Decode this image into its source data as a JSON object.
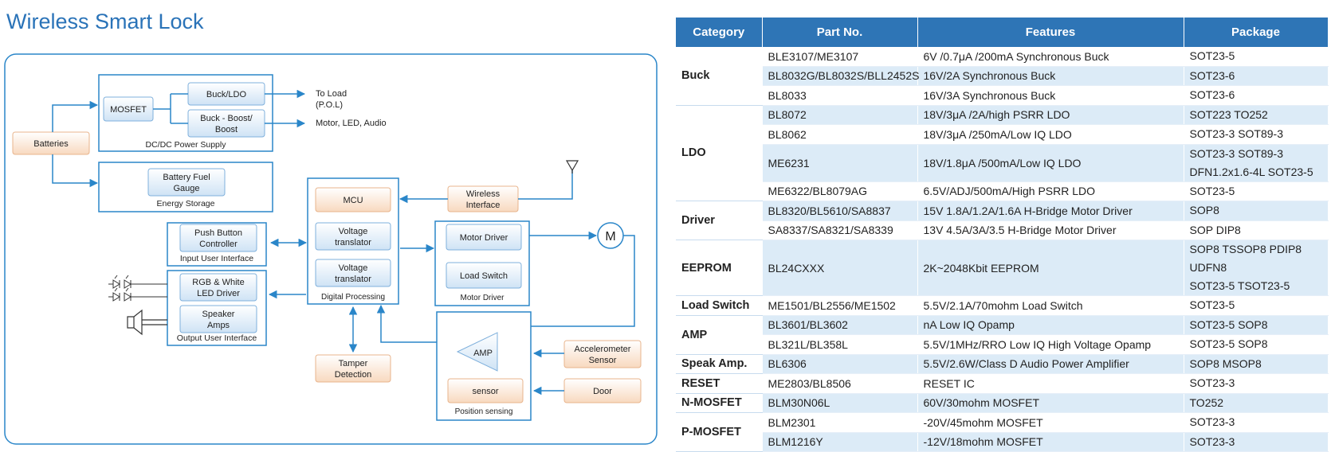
{
  "title": "Wireless Smart Lock",
  "diagram": {
    "batteries": "Batteries",
    "mosfet": "MOSFET",
    "buck_ldo": "Buck/LDO",
    "buck_boost_1": "Buck - Boost/",
    "buck_boost_2": "Boost",
    "dcdc_label": "DC/DC Power Supply",
    "to_load_1": "To Load",
    "to_load_2": "(P.O.L)",
    "motor_led_audio": "Motor, LED, Audio",
    "fuel_gauge_1": "Battery Fuel",
    "fuel_gauge_2": "Gauge",
    "energy_storage": "Energy Storage",
    "mcu": "MCU",
    "voltage_translator_1": "Voltage",
    "voltage_translator_2": "translator",
    "digital_processing": "Digital Processing",
    "wireless_1": "Wireless",
    "wireless_2": "Interface",
    "push_button_1": "Push Button",
    "push_button_2": "Controller",
    "input_ui": "Input User Interface",
    "rgb_1": "RGB & White",
    "rgb_2": "LED Driver",
    "speaker_1": "Speaker",
    "speaker_2": "Amps",
    "output_ui": "Output User Interface",
    "motor_driver": "Motor Driver",
    "load_switch": "Load Switch",
    "motor_driver_label": "Motor Driver",
    "motor_symbol": "M",
    "amp": "AMP",
    "sensor": "sensor",
    "position_sensing": "Position sensing",
    "accel_1": "Accelerometer",
    "accel_2": "Sensor",
    "door": "Door",
    "tamper_1": "Tamper",
    "tamper_2": "Detection"
  },
  "table": {
    "headers": [
      "Category",
      "Part No.",
      "Features",
      "Package"
    ],
    "groups": [
      {
        "category": "Buck",
        "rows": [
          {
            "part": "BLE3107/ME3107",
            "features": "6V /0.7μA /200mA Synchronous Buck",
            "package": [
              "SOT23-5"
            ]
          },
          {
            "part": "BL8032G/BL8032S/BLL2452S",
            "features": "16V/2A Synchronous Buck",
            "package": [
              "SOT23-6"
            ]
          },
          {
            "part": "BL8033",
            "features": "16V/3A Synchronous Buck",
            "package": [
              "SOT23-6"
            ]
          }
        ]
      },
      {
        "category": "LDO",
        "rows": [
          {
            "part": "BL8072",
            "features": "18V/3μA /2A/high PSRR LDO",
            "package": [
              "SOT223 TO252"
            ]
          },
          {
            "part": "BL8062",
            "features": "18V/3μA /250mA/Low IQ LDO",
            "package": [
              "SOT23-3 SOT89-3"
            ]
          },
          {
            "part": "ME6231",
            "features": "18V/1.8μA /500mA/Low IQ LDO",
            "package": [
              "SOT23-3 SOT89-3",
              "DFN1.2x1.6-4L SOT23-5"
            ]
          },
          {
            "part": "ME6322/BL8079AG",
            "features": "6.5V/ADJ/500mA/High PSRR LDO",
            "package": [
              "SOT23-5"
            ]
          }
        ]
      },
      {
        "category": "Driver",
        "rows": [
          {
            "part": "BL8320/BL5610/SA8837",
            "features": "15V 1.8A/1.2A/1.6A H-Bridge Motor Driver",
            "package": [
              "SOP8"
            ]
          },
          {
            "part": "SA8337/SA8321/SA8339",
            "features": "13V 4.5A/3A/3.5 H-Bridge Motor Driver",
            "package": [
              "SOP DIP8"
            ]
          }
        ]
      },
      {
        "category": "EEPROM",
        "rows": [
          {
            "part": "BL24CXXX",
            "features": "2K~2048Kbit EEPROM",
            "package": [
              "SOP8 TSSOP8 PDIP8 UDFN8",
              "SOT23-5 TSOT23-5"
            ]
          }
        ]
      },
      {
        "category": "Load Switch",
        "rows": [
          {
            "part": "ME1501/BL2556/ME1502",
            "features": "5.5V/2.1A/70mohm  Load Switch",
            "package": [
              "SOT23-5"
            ]
          }
        ]
      },
      {
        "category": "AMP",
        "rows": [
          {
            "part": "BL3601/BL3602",
            "features": "nA Low IQ Opamp",
            "package": [
              "SOT23-5 SOP8"
            ]
          },
          {
            "part": "BL321L/BL358L",
            "features": "5.5V/1MHz/RRO Low IQ High Voltage Opamp",
            "package": [
              "SOT23-5 SOP8"
            ]
          }
        ]
      },
      {
        "category": "Speak Amp.",
        "rows": [
          {
            "part": "BL6306",
            "features": "5.5V/2.6W/Class D Audio Power Amplifier",
            "package": [
              "SOP8 MSOP8"
            ]
          }
        ]
      },
      {
        "category": "RESET",
        "rows": [
          {
            "part": "ME2803/BL8506",
            "features": "RESET  IC",
            "package": [
              "SOT23-3"
            ]
          }
        ]
      },
      {
        "category": "N-MOSFET",
        "rows": [
          {
            "part": "BLM30N06L",
            "features": "60V/30mohm MOSFET",
            "package": [
              "TO252"
            ]
          }
        ]
      },
      {
        "category": "P-MOSFET",
        "rows": [
          {
            "part": "BLM2301",
            "features": "-20V/45mohm MOSFET",
            "package": [
              "SOT23-3"
            ]
          },
          {
            "part": "BLM1216Y",
            "features": "-12V/18mohm MOSFET",
            "package": [
              "SOT23-3"
            ]
          }
        ]
      }
    ]
  }
}
